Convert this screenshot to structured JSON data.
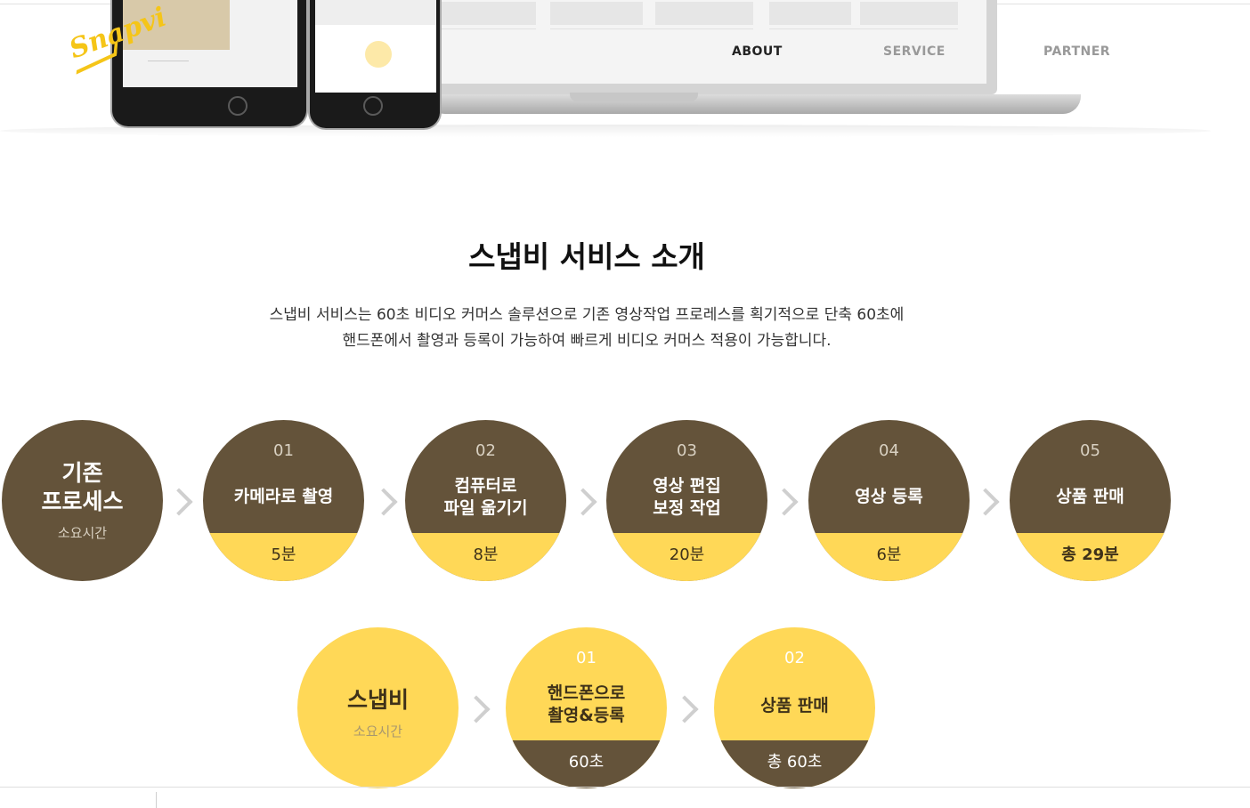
{
  "brand": {
    "logo_text": "Snapvi",
    "accent": "#f5c518"
  },
  "nav": {
    "items": [
      "ABOUT",
      "SERVICE",
      "PARTNER"
    ],
    "active": "ABOUT"
  },
  "intro": {
    "title": "스냅비 서비스 소개",
    "line1": "스냅비 서비스는 60초 비디오 커머스 솔루션으로 기존 영상작업 프로레스를 획기적으로 단축 60초에",
    "line2": "핸드폰에서 촬영과 등록이 가능하여 빠르게 비디오 커머스 적용이 가능합니다."
  },
  "existing": {
    "title_line1": "기존",
    "title_line2": "프로세스",
    "subtitle": "소요시간",
    "steps": [
      {
        "num": "01",
        "line1": "카메라로 촬영",
        "line2": "",
        "time": "5분"
      },
      {
        "num": "02",
        "line1": "컴퓨터로",
        "line2": "파일 옮기기",
        "time": "8분"
      },
      {
        "num": "03",
        "line1": "영상 편집",
        "line2": "보정 작업",
        "time": "20분"
      },
      {
        "num": "04",
        "line1": "영상 등록",
        "line2": "",
        "time": "6분"
      },
      {
        "num": "05",
        "line1": "상품 판매",
        "line2": "",
        "time": "총 29분"
      }
    ]
  },
  "snapvi": {
    "title": "스냅비",
    "subtitle": "소요시간",
    "steps": [
      {
        "num": "01",
        "line1": "핸드폰으로",
        "line2": "촬영&등록",
        "time": "60초"
      },
      {
        "num": "02",
        "line1": "상품 판매",
        "line2": "",
        "time": "총 60초"
      }
    ]
  },
  "colors": {
    "brown": "#64533a",
    "yellow": "#ffd857",
    "arrow": "#cfcfcf"
  }
}
